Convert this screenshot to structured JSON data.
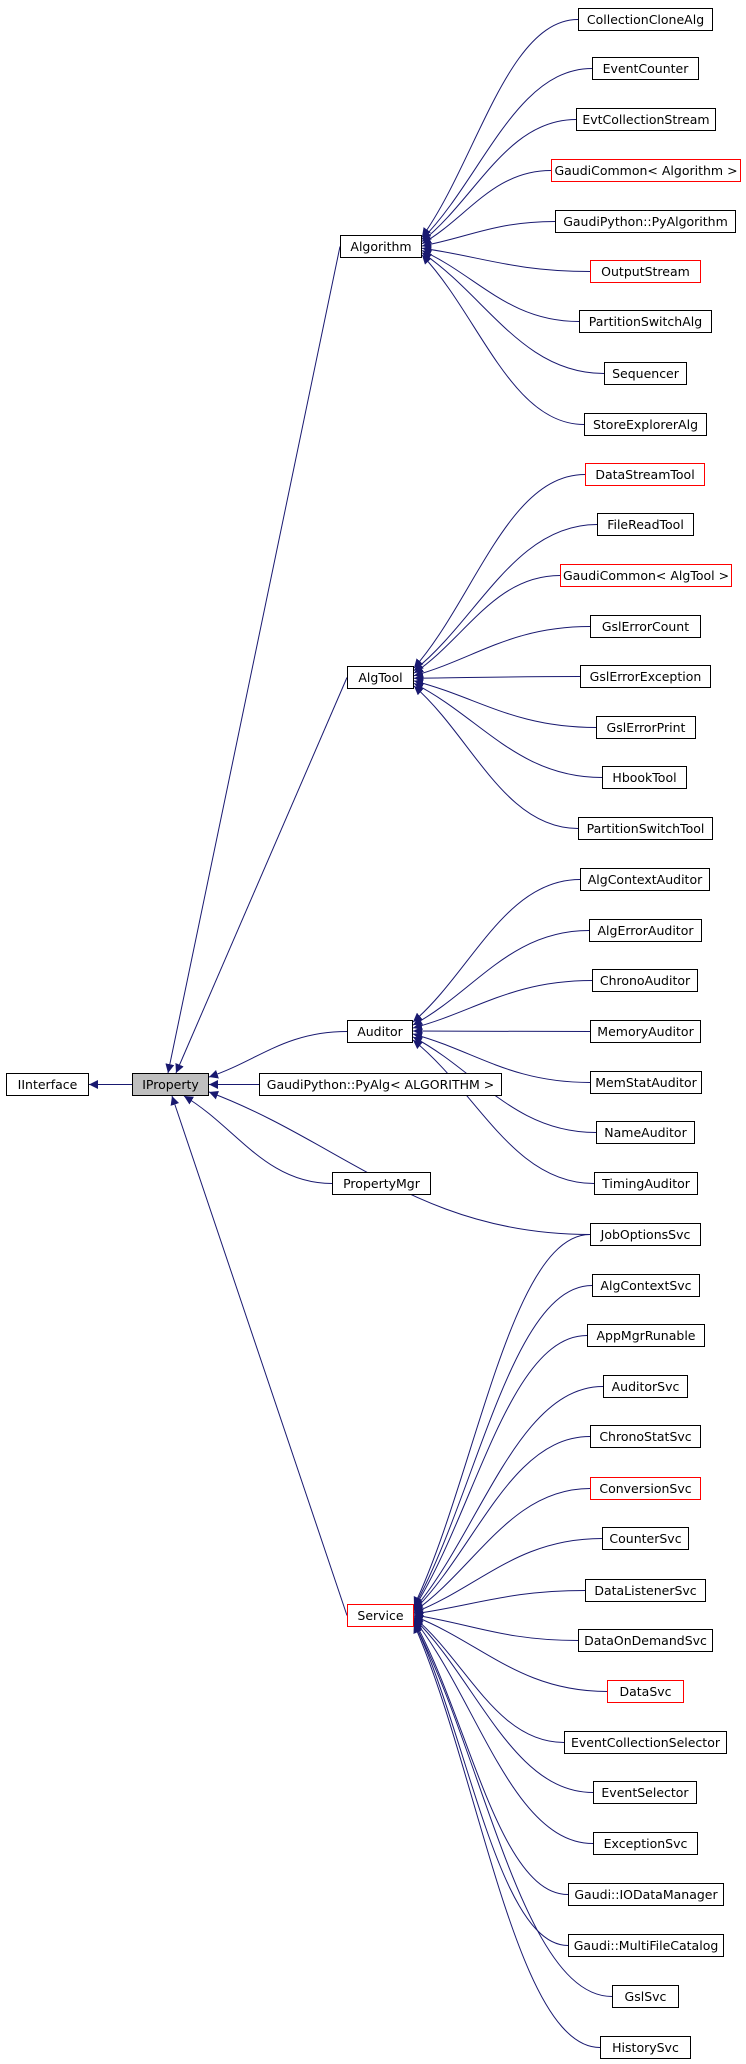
{
  "colors": {
    "edge": "#191970",
    "node_border": "#000000",
    "red_border": "#ff0000",
    "selected_fill": "#bfbfbf"
  },
  "nodes": {
    "iinterface": "IInterface",
    "iproperty": "IProperty",
    "algorithm": "Algorithm",
    "algtool": "AlgTool",
    "auditor": "Auditor",
    "pyalg": "GaudiPython::PyAlg< ALGORITHM >",
    "propertymgr": "PropertyMgr",
    "jobopts": "JobOptionsSvc",
    "service": "Service",
    "collclone": "CollectionCloneAlg",
    "eventcounter": "EventCounter",
    "evtcollstream": "EvtCollectionStream",
    "gaudicommon_alg": "GaudiCommon< Algorithm >",
    "pyalgorithm": "GaudiPython::PyAlgorithm",
    "outputstream": "OutputStream",
    "partswitchalg": "PartitionSwitchAlg",
    "sequencer": "Sequencer",
    "storeexpl": "StoreExplorerAlg",
    "datastreamtool": "DataStreamTool",
    "filereadtool": "FileReadTool",
    "gaudicommon_tool": "GaudiCommon< AlgTool >",
    "gslerrcount": "GslErrorCount",
    "gslerrexc": "GslErrorException",
    "gslerrprint": "GslErrorPrint",
    "hbooktool": "HbookTool",
    "partswitchtool": "PartitionSwitchTool",
    "algctxaud": "AlgContextAuditor",
    "algerraud": "AlgErrorAuditor",
    "chronoaud": "ChronoAuditor",
    "memaud": "MemoryAuditor",
    "memstataud": "MemStatAuditor",
    "nameaud": "NameAuditor",
    "timingaud": "TimingAuditor",
    "algctxsvc": "AlgContextSvc",
    "appmgr": "AppMgrRunable",
    "auditorsvc": "AuditorSvc",
    "chronostat": "ChronoStatSvc",
    "conversion": "ConversionSvc",
    "countersvc": "CounterSvc",
    "datalistener": "DataListenerSvc",
    "dataondemand": "DataOnDemandSvc",
    "datasvc": "DataSvc",
    "evtcollsel": "EventCollectionSelector",
    "evtsel": "EventSelector",
    "exception": "ExceptionSvc",
    "iodatamgr": "Gaudi::IODataManager",
    "multifile": "Gaudi::MultiFileCatalog",
    "gslsvc": "GslSvc",
    "historysvc": "HistorySvc"
  }
}
